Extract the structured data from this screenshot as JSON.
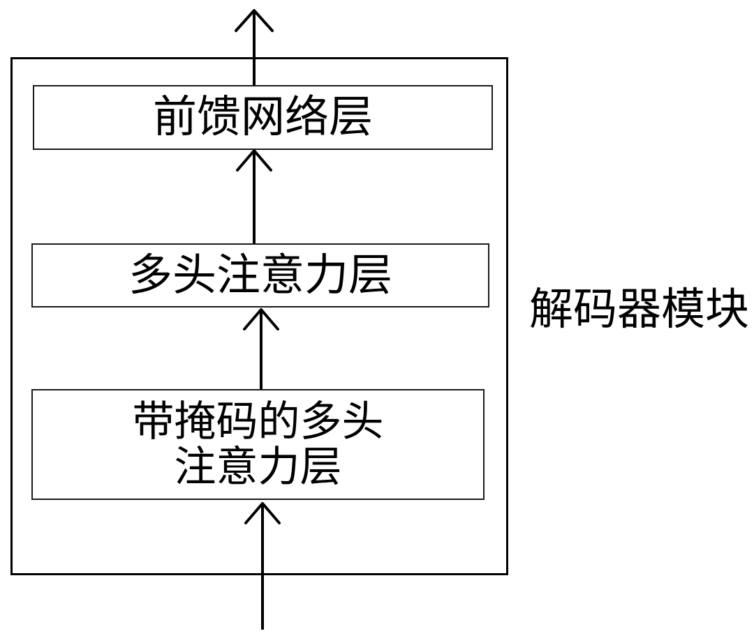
{
  "diagram": {
    "type": "flowchart",
    "title": "解码器模块",
    "orientation": "bottom-to-top",
    "background_color": "#ffffff",
    "stroke_color": "#000000",
    "container": {
      "name": "decoder-module",
      "label": "解码器模块",
      "label_position": "right-outside"
    },
    "nodes": [
      {
        "id": "feed-forward",
        "label": "前馈网络层",
        "shape": "rectangle",
        "order": 3
      },
      {
        "id": "multi-head-attention",
        "label": "多头注意力层",
        "shape": "rectangle",
        "order": 2
      },
      {
        "id": "masked-multi-head-attention",
        "label": "带掩码的多头\n注意力层",
        "shape": "rectangle",
        "order": 1
      }
    ],
    "edges": [
      {
        "id": "input-to-masked",
        "from": "input",
        "to": "masked-multi-head-attention",
        "style": "arrow-up"
      },
      {
        "id": "masked-to-multihead",
        "from": "masked-multi-head-attention",
        "to": "multi-head-attention",
        "style": "arrow-up"
      },
      {
        "id": "multihead-to-feedforward",
        "from": "multi-head-attention",
        "to": "feed-forward",
        "style": "arrow-up"
      },
      {
        "id": "feedforward-to-output",
        "from": "feed-forward",
        "to": "output",
        "style": "arrow-up"
      }
    ]
  }
}
